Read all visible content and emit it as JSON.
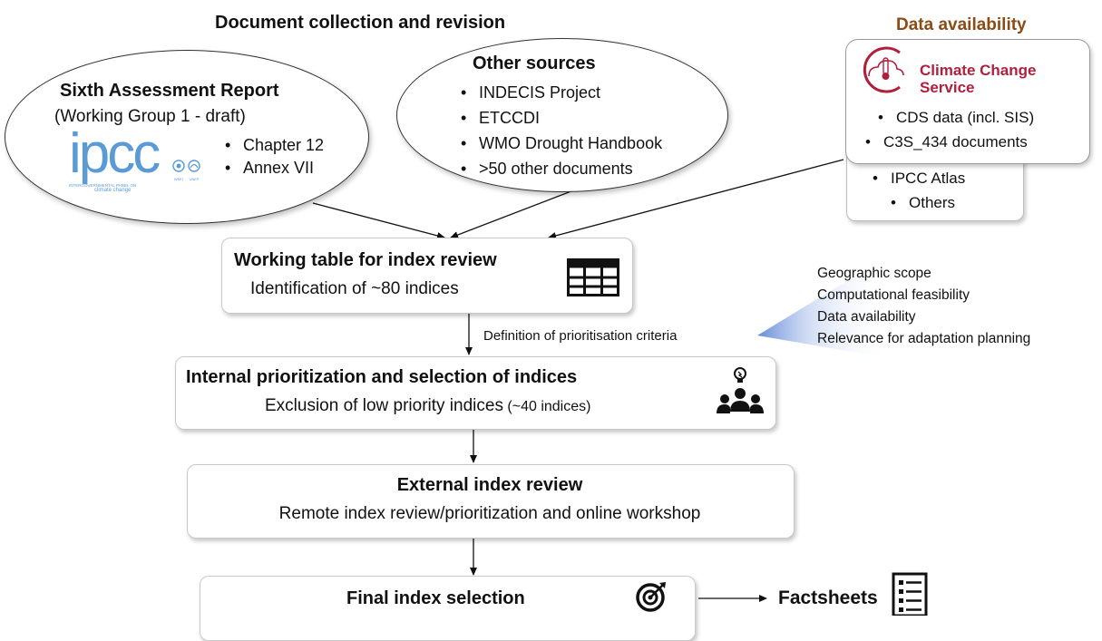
{
  "headings": {
    "document_collection": "Document collection and revision",
    "data_availability": "Data availability"
  },
  "ar6": {
    "title": "Sixth Assessment Report",
    "subtitle": "(Working Group 1 - draft)",
    "logo_text": "ipcc",
    "logo_caption_1": "INTERGOVERNMENTAL PANEL ON",
    "logo_caption_2": "climate change",
    "logo_partners": [
      "WMO",
      "UNEP"
    ],
    "items": [
      "Chapter 12",
      "Annex VII"
    ]
  },
  "other_sources": {
    "title": "Other sources",
    "items": [
      "INDECIS Project",
      "ETCCDI",
      "WMO Drought Handbook",
      ">50 other documents"
    ]
  },
  "cds": {
    "logo_line1": "Climate Change",
    "logo_line2": "Service",
    "items": [
      "CDS data (incl. SIS)",
      "C3S_434 documents"
    ],
    "extra_items": [
      "IPCC Atlas",
      "Others"
    ]
  },
  "working_table": {
    "title": "Working table for index review",
    "subtitle": "Identification of ~80 indices"
  },
  "criteria": {
    "label": "Definition of prioritisation criteria",
    "items": [
      "Geographic scope",
      "Computational feasibility",
      "Data availability",
      "Relevance for adaptation planning"
    ]
  },
  "internal": {
    "title": "Internal prioritization and selection of indices",
    "subtitle": "Exclusion of low priority indices",
    "subtitle_small": "(~40 indices)"
  },
  "external": {
    "title": "External index review",
    "subtitle": "Remote index review/prioritization and online workshop"
  },
  "final": {
    "title": "Final index selection",
    "output": "Factsheets"
  },
  "colors": {
    "data_availability_heading": "#8a4b16",
    "copernicus_red": "#b0203d",
    "ipcc_blue": "#5b9bd5",
    "criteria_fan": "#5d86d6"
  }
}
